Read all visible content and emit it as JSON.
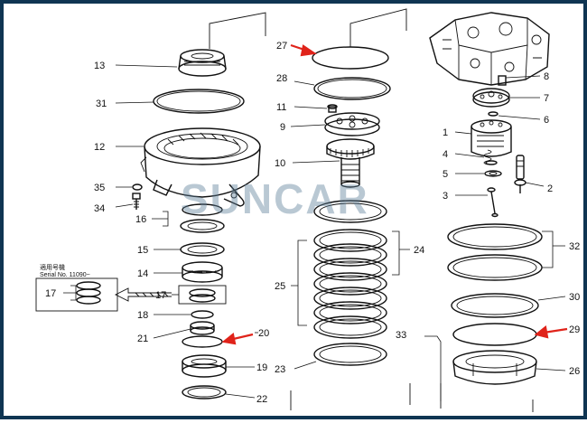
{
  "watermark": "SUNCAR",
  "serial_note": {
    "line1": "適用号機",
    "line2": "Serial No. 11090~"
  },
  "accent_colors": {
    "arrow": "#e0231a",
    "frame": "#0f3552",
    "watermark": "#5b7d98"
  },
  "highlighted_parts": [
    "27",
    "20",
    "29"
  ],
  "labels": {
    "p1": "1",
    "p2": "2",
    "p3": "3",
    "p4": "4",
    "p5": "5",
    "p6": "6",
    "p7": "7",
    "p8": "8",
    "p9": "9",
    "p10": "10",
    "p11": "11",
    "p12": "12",
    "p13": "13",
    "p14": "14",
    "p15": "15",
    "p16": "16",
    "p17a": "17",
    "p17b": "17",
    "p18": "18",
    "p19": "19",
    "p20": "20",
    "p21": "21",
    "p22": "22",
    "p23": "23",
    "p24": "24",
    "p25": "25",
    "p26": "26",
    "p27": "27",
    "p28": "28",
    "p29": "29",
    "p30": "30",
    "p31": "31",
    "p32": "32",
    "p33": "33",
    "p34": "34",
    "p35": "35"
  }
}
